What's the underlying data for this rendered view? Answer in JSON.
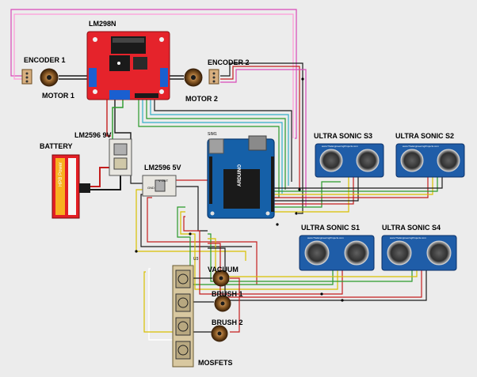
{
  "labels": {
    "lm298n": "LM298N",
    "encoder1": "ENCODER 1",
    "encoder2": "ENCODER 2",
    "motor1": "MOTOR 1",
    "motor2": "MOTOR 2",
    "lm2596_9v": "LM2596 9V",
    "lm2596_5v": "LM2596 5V",
    "battery": "BATTERY",
    "ultrasonic_s1": "ULTRA SONIC S1",
    "ultrasonic_s2": "ULTRA SONIC S2",
    "ultrasonic_s3": "ULTRA SONIC S3",
    "ultrasonic_s4": "ULTRA SONIC S4",
    "vacuum": "VACUUM",
    "brush1": "BRUSH 1",
    "brush2": "BRUSH 2",
    "mosfets": "MOSFETS"
  },
  "small_text": {
    "battery_brand": "HPB Power",
    "arduino_brand": "ARDUINO",
    "sensor_brand": "www.TheEngineeringProjects.com",
    "u3": "U3",
    "sim1": "SIM1",
    "v_out": "V OUT",
    "gnd": "GND"
  },
  "colors": {
    "driver_red": "#e5232b",
    "arduino_blue": "#1560a8",
    "sensor_blue": "#1f5da8",
    "battery_red": "#e31e24",
    "wire_pink": "#d94ab8",
    "wire_magenta": "#c040c0",
    "wire_red": "#c41e1e",
    "wire_green": "#2a9a2a",
    "wire_yellow": "#d8c000",
    "wire_cyan": "#33b0c8",
    "wire_black": "#1a1a1a",
    "wire_orange": "#d88a00"
  }
}
